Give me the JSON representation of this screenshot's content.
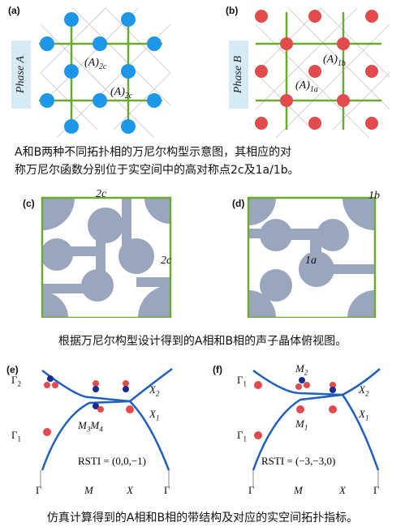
{
  "panel_a": {
    "label": "(a)",
    "phase": "Phase A",
    "wannier_labels": [
      "(A)2c",
      "(A)2c"
    ]
  },
  "panel_b": {
    "label": "(b)",
    "phase": "Phase B",
    "wannier_labels": [
      "(A)1b",
      "(A)1a"
    ]
  },
  "caption1": {
    "line1": "A和B两种不同拓扑相的万尼尔构型示意图，其相应的对",
    "line2": "称万尼尔函数分别位于实空间中的高对称点2c及1a/1b。"
  },
  "panel_c": {
    "label": "(c)",
    "tag_top": "2c",
    "tag_right": "2c"
  },
  "panel_d": {
    "label": "(d)",
    "tag_corner": "1b",
    "tag_center": "1a"
  },
  "caption2": "根据万尼尔构型设计得到的A相和B相的声子晶体俯视图。",
  "panel_e": {
    "label": "(e)",
    "ticks": [
      "Γ",
      "M",
      "X",
      "Γ"
    ],
    "labels": [
      "Γ2",
      "Γ1",
      "X2",
      "X1",
      "M3M4"
    ],
    "rsti": "RSTI = (0,0,−1)"
  },
  "panel_f": {
    "label": "(f)",
    "ticks": [
      "Γ",
      "M",
      "X",
      "Γ"
    ],
    "labels": [
      "Γ1",
      "Γ1",
      "M2",
      "M1",
      "X2",
      "X1"
    ],
    "rsti": "RSTI = (−3,−3,0)"
  },
  "caption3": "仿真计算得到的A相和B相的带结构及对应的实空间拓扑指标。",
  "colors": {
    "lattice_green": "#6aaa2f",
    "site_blue": "#1e97e8",
    "site_red": "#e24a4c",
    "crystal_gray": "#9aa6bd",
    "band_blue": "#1f5fbf",
    "phase_bg": "#d6ebf6"
  }
}
